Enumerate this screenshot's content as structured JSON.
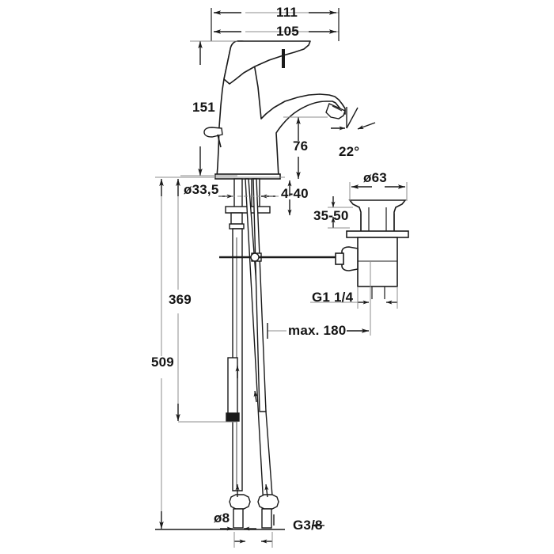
{
  "drawing": {
    "title": "Single-lever basin mixer with pop-up waste — dimensioned elevation",
    "units": "mm",
    "line_color": "#1a1a1a",
    "dimension_line_color": "#8c8c8c",
    "background_color": "#ffffff"
  },
  "dimensions": {
    "width_overall": "111",
    "width_spout": "105",
    "height_body": "151",
    "height_spout_outlet": "76",
    "aerator_angle": "22°",
    "shank_diameter": "ø33,5",
    "mounting_thickness": "4-40",
    "drain_flange_diameter": "ø63",
    "drain_basin_thickness": "35-50",
    "drain_thread": "G1 1/4",
    "rod_reach_max": "max. 180",
    "height_hose_mid": "369",
    "height_hose_total": "509",
    "hose_diameter": "ø8",
    "supply_thread": "G3/8"
  }
}
